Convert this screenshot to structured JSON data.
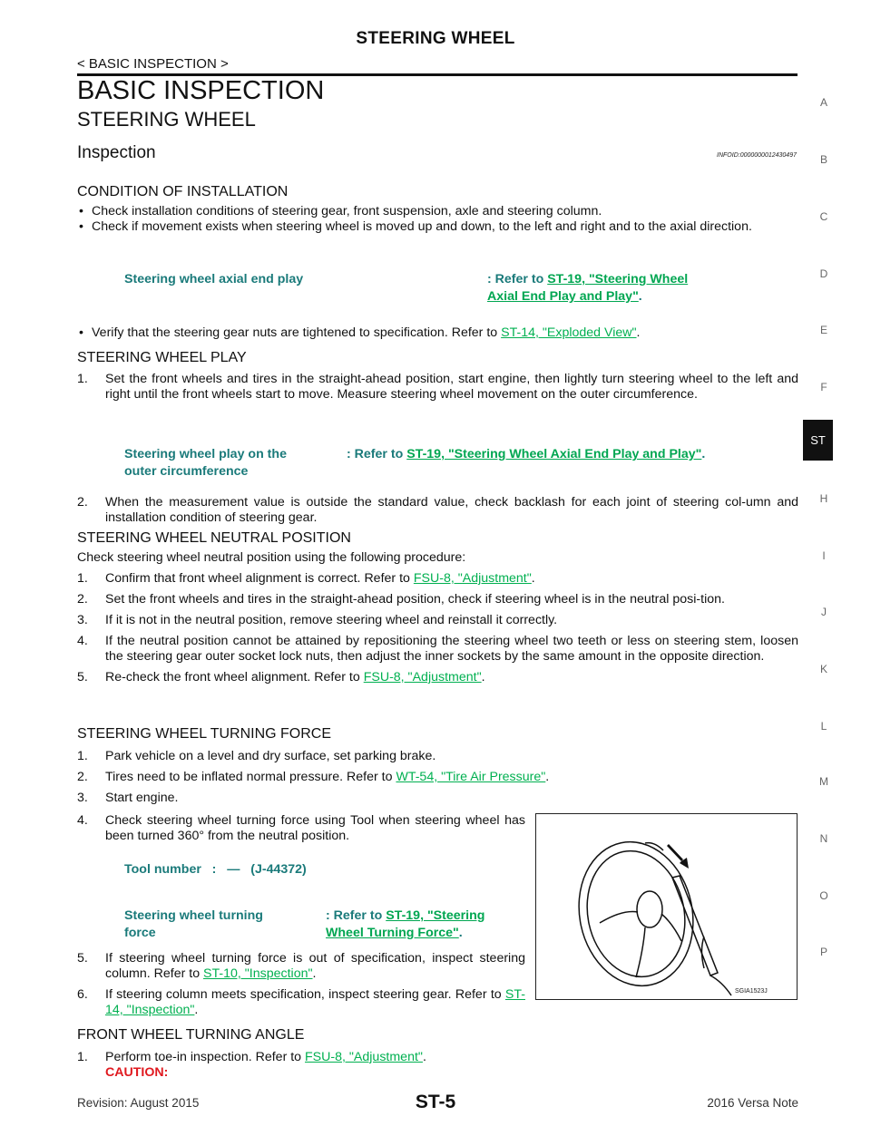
{
  "header": {
    "title": "STEERING WHEEL",
    "breadcrumb": "< BASIC INSPECTION >"
  },
  "headings": {
    "h1": "BASIC INSPECTION",
    "h2": "STEERING WHEEL",
    "h3": "Inspection",
    "infoid": "INFOID:0000000012430497"
  },
  "sidebar": [
    "A",
    "B",
    "C",
    "D",
    "E",
    "F",
    "ST",
    "H",
    "I",
    "J",
    "K",
    "L",
    "M",
    "N",
    "O",
    "P"
  ],
  "condition": {
    "title": "CONDITION OF INSTALLATION",
    "bullet1": "Check installation conditions of steering gear, front suspension, axle and steering column.",
    "bullet2": "Check if movement exists when steering wheel is moved up and down, to the left and right and to the axial direction.",
    "spec_label": "Steering wheel axial end play",
    "spec_prefix": ": Refer to ",
    "spec_link_1": "ST-19, \"Steering Wheel ",
    "spec_link_2": "Axial End Play and Play\"",
    "spec_suffix": ".",
    "bullet3_text": "Verify that the steering gear nuts are tightened to specification. Refer to ",
    "bullet3_link": "ST-14, \"Exploded View\"",
    "bullet3_suffix": "."
  },
  "play": {
    "title": "STEERING WHEEL PLAY",
    "step1_n": "1.",
    "step1": "Set the front wheels and tires in the straight-ahead position, start engine, then lightly turn steering wheel to the left and right until the front wheels start to move. Measure steering wheel movement on the outer circumference.",
    "spec_label_1": "Steering wheel play on the",
    "spec_label_2": "outer circumference",
    "spec_prefix": ": Refer to ",
    "spec_link": "ST-19, \"Steering Wheel Axial End Play and Play\"",
    "spec_suffix": ".",
    "step2_n": "2.",
    "step2": "When the measurement value is outside the standard value, check backlash for each joint of steering col-umn and installation condition of steering gear."
  },
  "neutral": {
    "title": "STEERING WHEEL NEUTRAL POSITION",
    "intro": "Check steering wheel neutral position using the following procedure:",
    "s1_n": "1.",
    "s1": "Confirm that front wheel alignment is correct. Refer to ",
    "s1_link": "FSU-8, \"Adjustment\"",
    "s1_end": ".",
    "s2_n": "2.",
    "s2": "Set the front wheels and tires in the straight-ahead position, check if steering wheel is in the neutral posi-tion.",
    "s3_n": "3.",
    "s3": "If it is not in the neutral position, remove steering wheel and reinstall it correctly.",
    "s4_n": "4.",
    "s4": "If the neutral position cannot be attained by repositioning the steering wheel two teeth or less on steering stem, loosen the steering gear outer socket lock nuts, then adjust the inner sockets by the same amount in the opposite direction.",
    "s5_n": "5.",
    "s5": "Re-check the front wheel alignment. Refer to ",
    "s5_link": "FSU-8, \"Adjustment\"",
    "s5_end": "."
  },
  "turning": {
    "title": "STEERING WHEEL TURNING FORCE",
    "s1_n": "1.",
    "s1": "Park vehicle on a level and dry surface, set parking brake.",
    "s2_n": "2.",
    "s2": "Tires need to be inflated normal pressure. Refer to ",
    "s2_link": "WT-54, \"Tire Air Pressure\"",
    "s2_end": ".",
    "s3_n": "3.",
    "s3": "Start engine.",
    "s4_n": "4.",
    "s4": "Check steering wheel turning force using Tool when steering wheel has been turned 360° from the neutral position.",
    "tool": "Tool number   :   —   (J-44372)",
    "spec_label_1": "Steering wheel turning",
    "spec_label_2": "force",
    "spec_prefix": ": Refer to ",
    "spec_link_1": "ST-19, \"Steering ",
    "spec_link_2": "Wheel Turning Force\"",
    "spec_suffix": ".",
    "s5_n": "5.",
    "s5": "If steering wheel turning force is out of specification, inspect steering column. Refer to ",
    "s5_link": "ST-10, \"Inspection\"",
    "s5_end": ".",
    "s6_n": "6.",
    "s6": "If steering column meets specification, inspect steering gear. Refer to ",
    "s6_link": "ST-14, \"Inspection\"",
    "s6_end": ".",
    "figure_caption": "SGIA1523J"
  },
  "front_angle": {
    "title": "FRONT WHEEL TURNING ANGLE",
    "s1_n": "1.",
    "s1": "Perform toe-in inspection. Refer to ",
    "s1_link": "FSU-8, \"Adjustment\"",
    "s1_end": ".",
    "caution": "CAUTION:"
  },
  "footer": {
    "revision": "Revision: August 2015",
    "page": "ST-5",
    "model": "2016 Versa Note"
  }
}
